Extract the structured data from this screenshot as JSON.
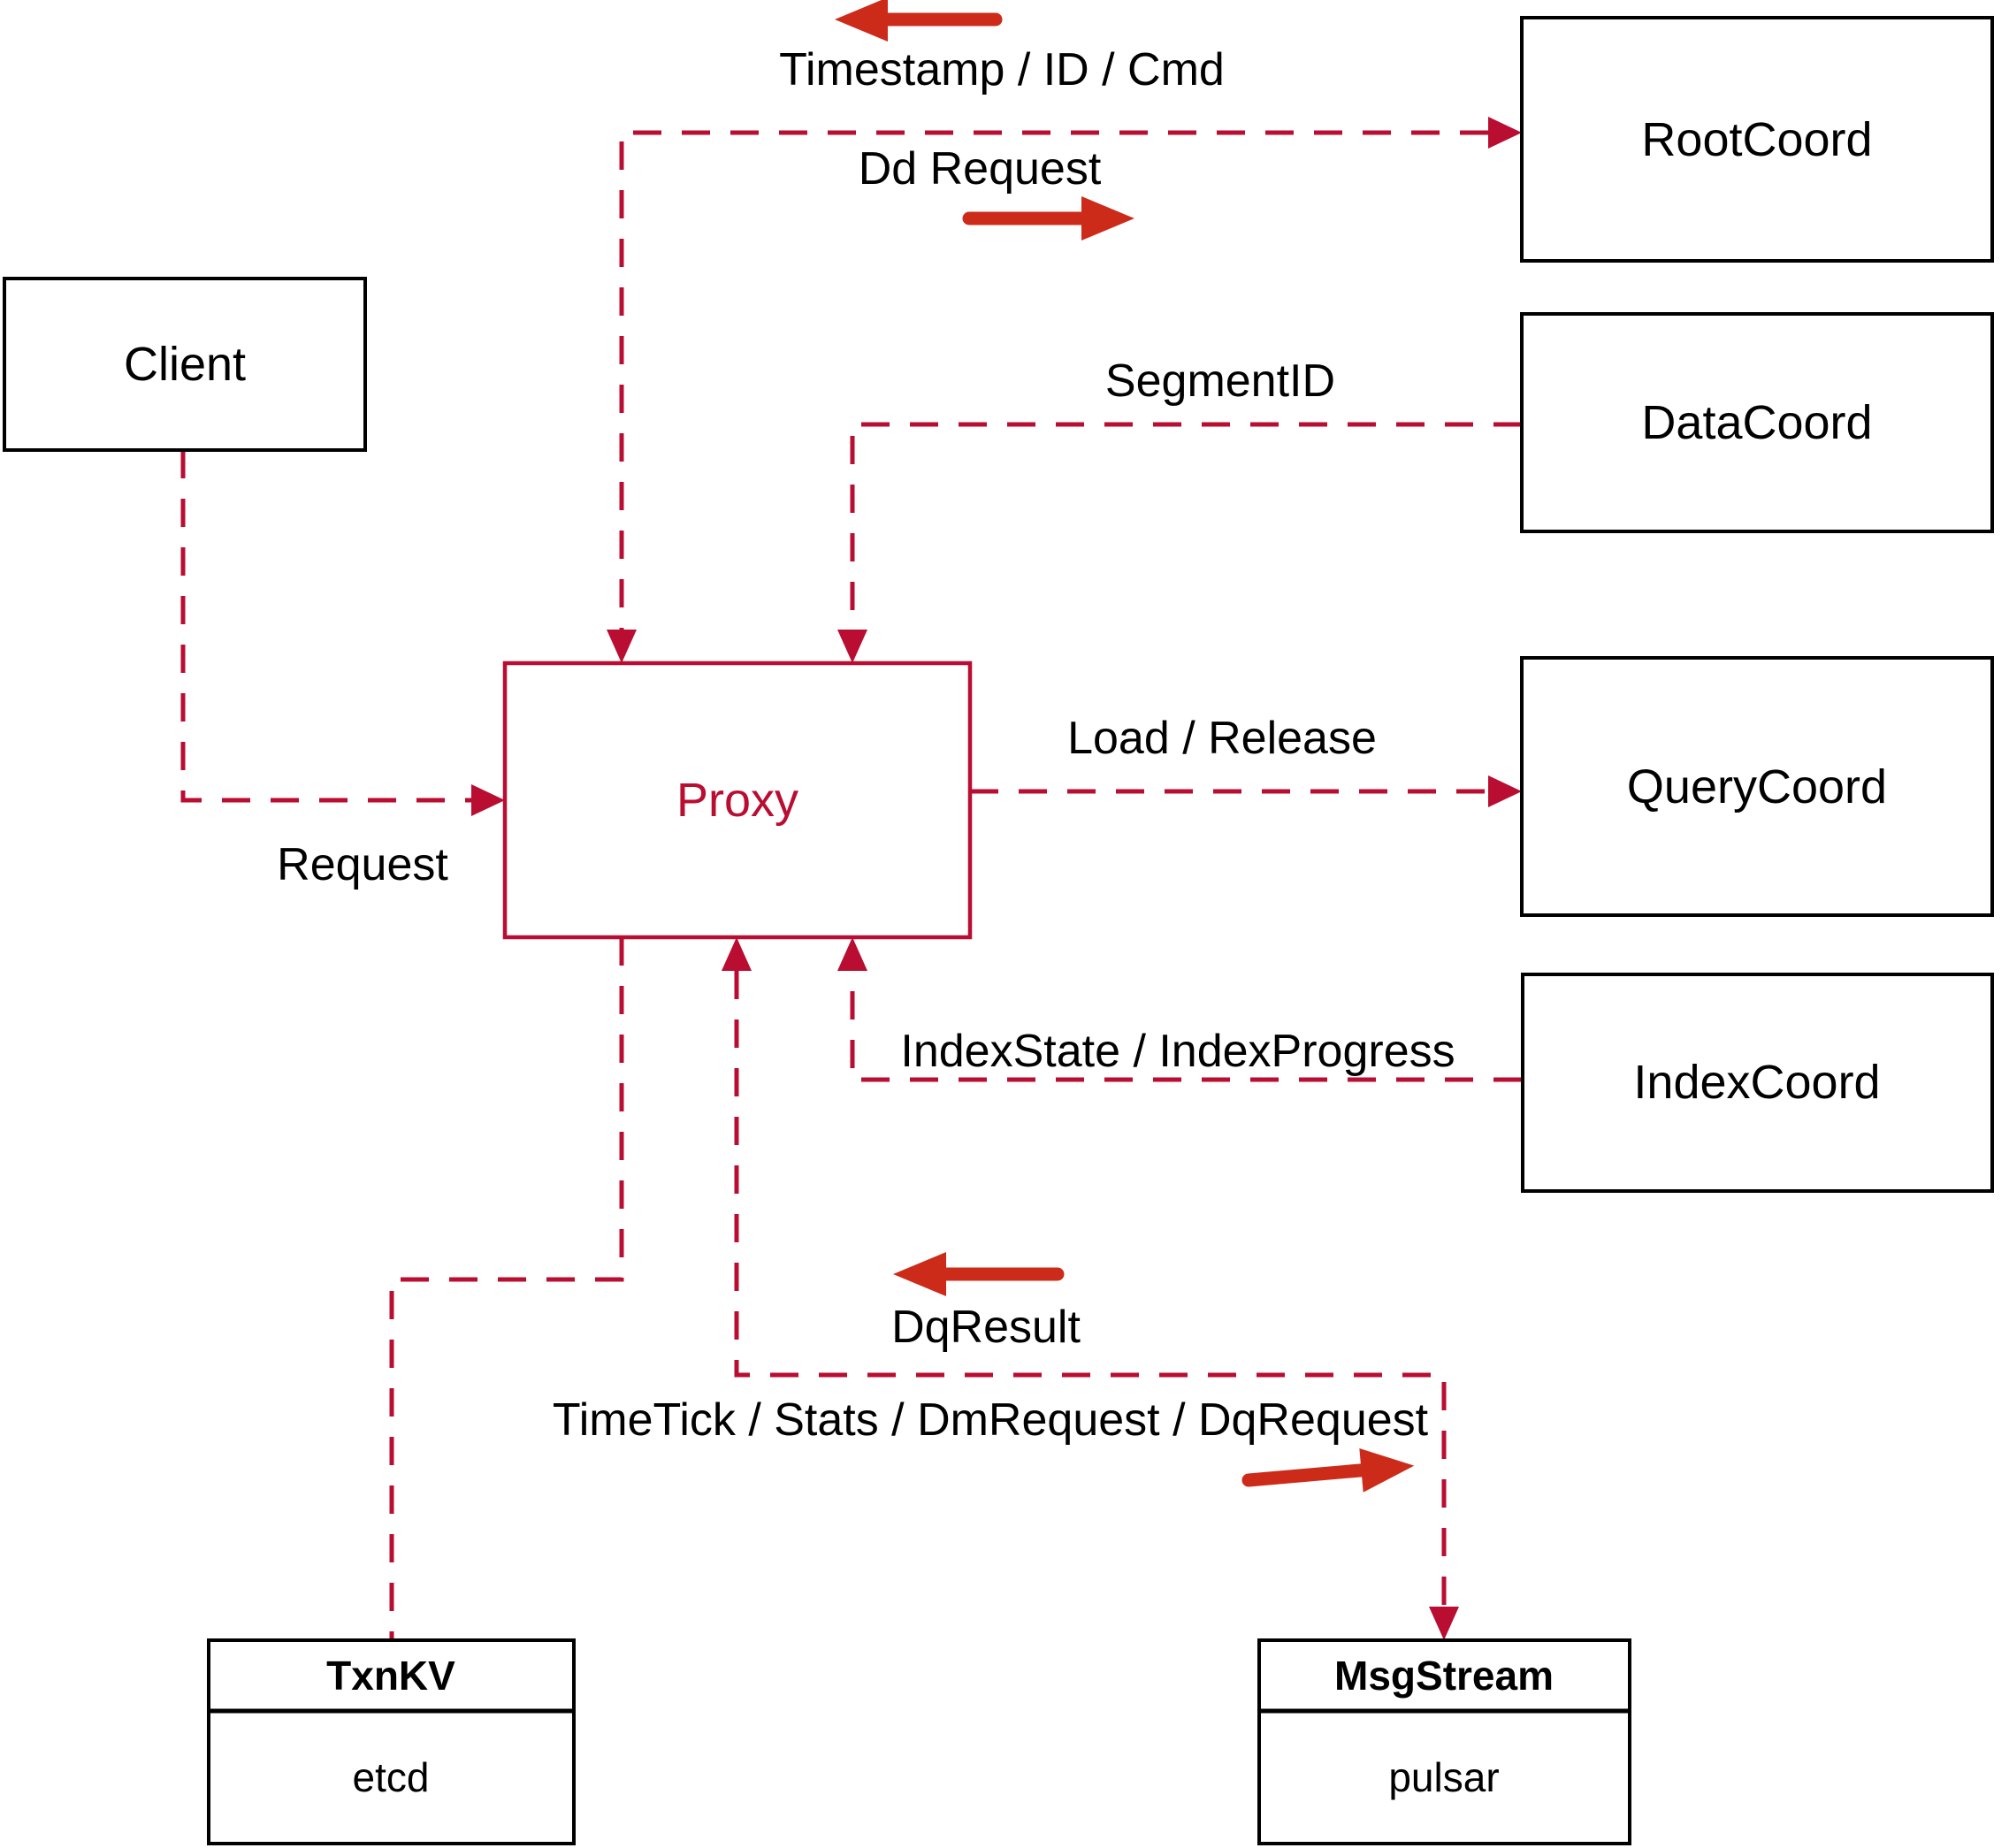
{
  "diagram": {
    "nodes": {
      "client": {
        "label": "Client"
      },
      "proxy": {
        "label": "Proxy"
      },
      "rootcoord": {
        "label": "RootCoord"
      },
      "datacoord": {
        "label": "DataCoord"
      },
      "querycoord": {
        "label": "QueryCoord"
      },
      "indexcoord": {
        "label": "IndexCoord"
      },
      "txnkv": {
        "title": "TxnKV",
        "subtitle": "etcd"
      },
      "msgstream": {
        "title": "MsgStream",
        "subtitle": "pulsar"
      }
    },
    "edge_labels": {
      "timestamp": "Timestamp / ID / Cmd",
      "dd_request": "Dd Request",
      "segment_id": "SegmentID",
      "request": "Request",
      "load_release": "Load / Release",
      "index_state": "IndexState / IndexProgress",
      "dq_result": "DqResult",
      "timetick": "TimeTick / Stats / DmRequest / DqRequest"
    },
    "colors": {
      "dashed_line": "#b90d32",
      "solid_arrow": "#cc2b1a",
      "box_border": "#000000",
      "text": "#000000",
      "proxy_accent": "#b90d32",
      "background": "#ffffff"
    }
  }
}
